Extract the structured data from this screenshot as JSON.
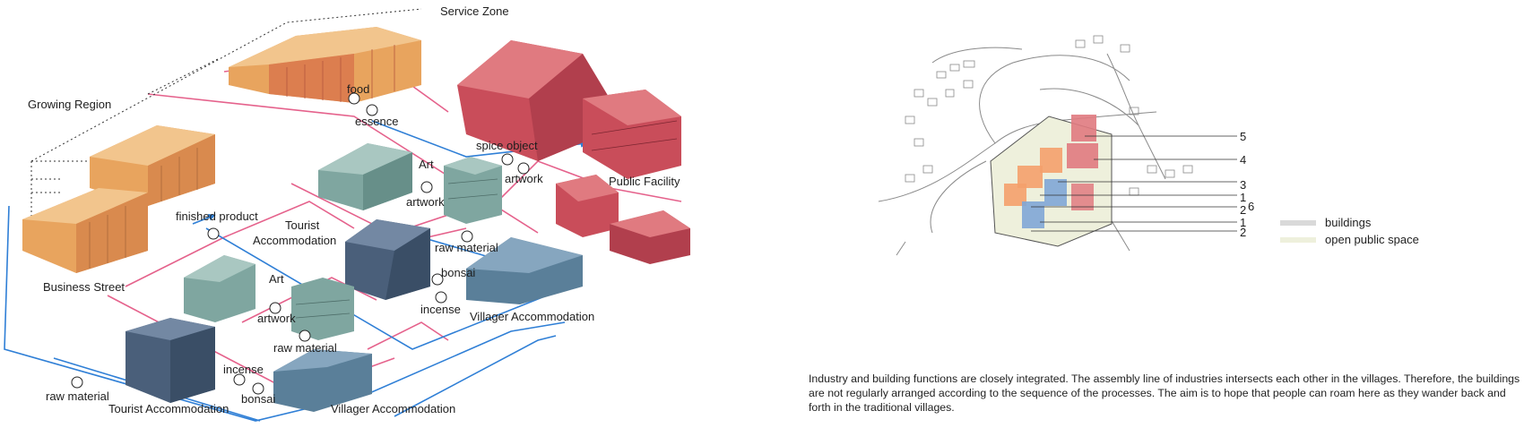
{
  "colors": {
    "flow_pink": "#e5628c",
    "flow_blue": "#2f7fd6",
    "orange_building": "#e8a45e",
    "red_building": "#c94d5a",
    "teal_building": "#7fa6a0",
    "navy_building": "#4a5f7a",
    "steel_building": "#5a7f99",
    "legend_buildings": "#d9d9d9",
    "legend_open_space": "#eef0dc"
  },
  "zones": {
    "service_zone": "Service Zone",
    "growing_region": "Growing Region",
    "business_street": "Business Street",
    "public_facility": "Public Facility",
    "tourist_accommodation_upper": "Tourist\nAccommodation",
    "tourist_accommodation_lower": "Tourist Accommodation",
    "villager_accommodation_upper": "Villager Accommodation",
    "villager_accommodation_lower": "Villager Accommodation"
  },
  "flows": {
    "food": "food",
    "essence": "essence",
    "spice_object": "spice object",
    "artwork_public": "artwork",
    "art_upper": "Art",
    "artwork_upper": "artwork",
    "finished_product": "finished product",
    "raw_material_upper": "raw material",
    "bonsai_upper": "bonsai",
    "incense_upper": "incense",
    "art_lower": "Art",
    "artwork_lower": "artwork",
    "raw_material_mid": "raw material",
    "incense_lower": "incense",
    "bonsai_lower": "bonsai",
    "raw_material_lower": "raw material"
  },
  "site_plan": {
    "numbers": [
      "5",
      "4",
      "3",
      "1",
      "2",
      "6",
      "1",
      "2"
    ]
  },
  "legend": {
    "buildings": "buildings",
    "open_public_space": "open public space"
  },
  "description": "Industry and building functions are closely integrated. The assembly line of industries intersects each other in the villages. Therefore, the buildings are not regularly arranged according to the sequence of the processes. The aim is to hope that people can roam here as they wander back and forth in the traditional villages."
}
